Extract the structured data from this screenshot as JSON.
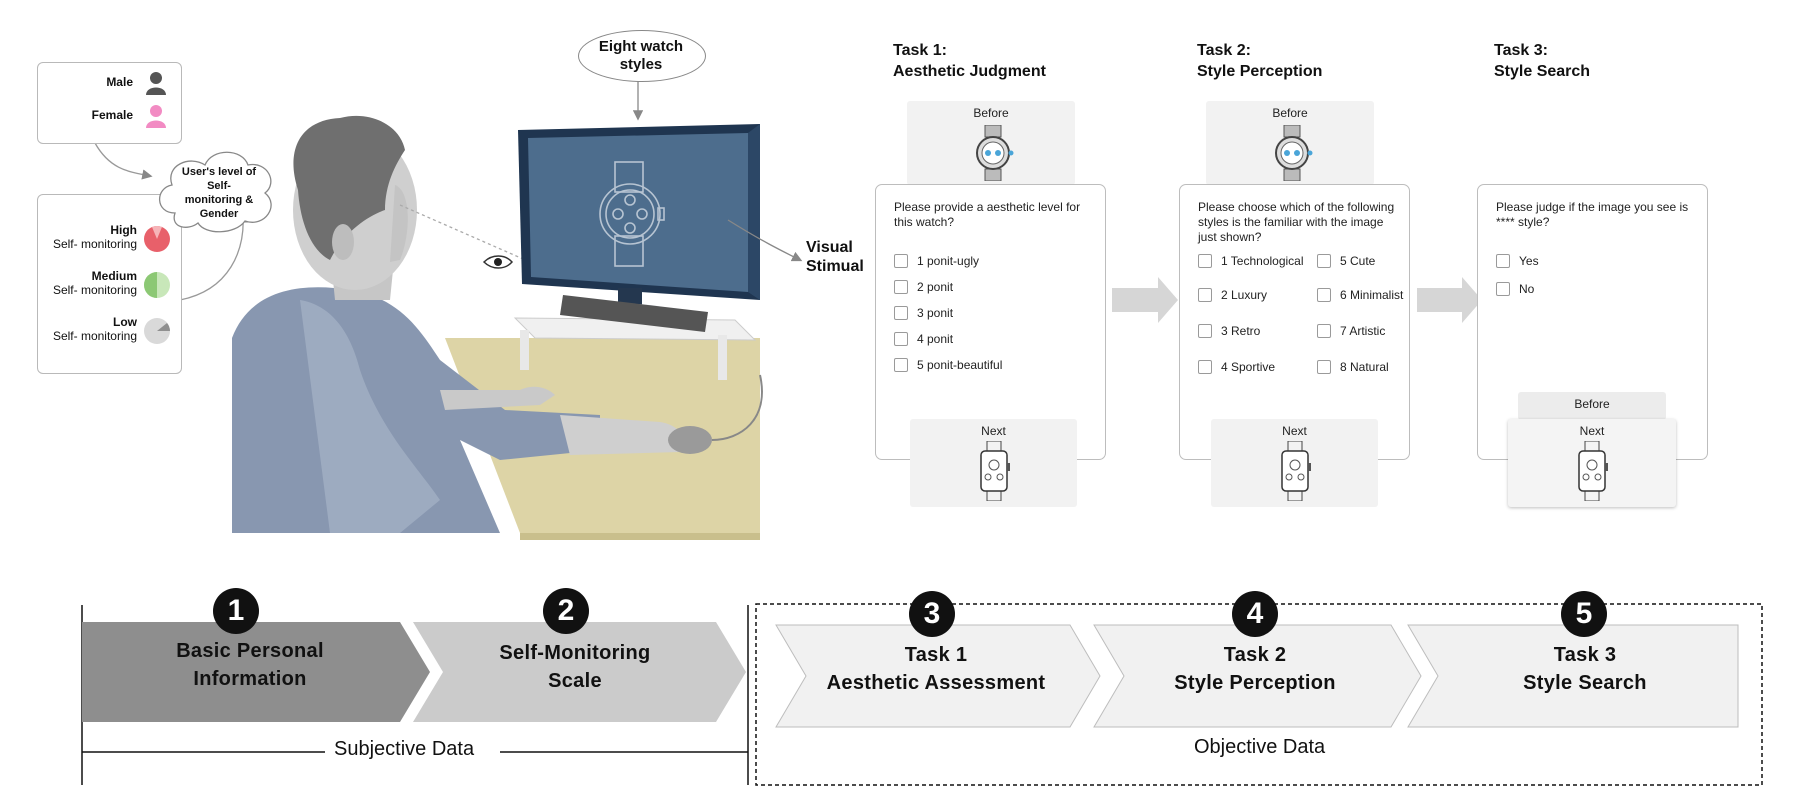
{
  "legend_gender": {
    "male": "Male",
    "female": "Female"
  },
  "cloud_text": "User's level of Self- monitoring & Gender",
  "self_monitoring": [
    {
      "level": "High",
      "label": "Self- monitoring",
      "color": "#e8606a"
    },
    {
      "level": "Medium",
      "label": "Self- monitoring",
      "color": "#9fd28a"
    },
    {
      "level": "Low",
      "label": "Self- monitoring",
      "color": "#cfcfcf"
    }
  ],
  "watch_bubble": "Eight watch styles",
  "visual_stimuli": "Visual Stimual",
  "tasks": [
    {
      "title_line1": "Task 1:",
      "title_line2": "Aesthetic Judgment",
      "before": "Before",
      "prompt": "Please provide a aesthetic level for this watch?",
      "options": [
        "1 ponit-ugly",
        "2 ponit",
        "3 ponit",
        "4 ponit",
        "5 ponit-beautiful"
      ],
      "next": "Next"
    },
    {
      "title_line1": "Task 2:",
      "title_line2": "Style Perception",
      "before": "Before",
      "prompt": "Please choose which of the following styles is the familiar with the image just shown?",
      "options": [
        "1 Technological",
        "2 Luxury",
        "3 Retro",
        "4 Sportive",
        "5 Cute",
        "6 Minimalist",
        "7 Artistic",
        "8 Natural"
      ],
      "next": "Next"
    },
    {
      "title_line1": "Task 3:",
      "title_line2": "Style Search",
      "before": "Before",
      "prompt": "Please judge if the image you see is ****  style?",
      "options": [
        "Yes",
        "No"
      ],
      "next": "Next"
    }
  ],
  "steps": [
    {
      "num": "1",
      "line1": "Basic Personal",
      "line2": "Information"
    },
    {
      "num": "2",
      "line1": "Self-Monitoring",
      "line2": "Scale"
    },
    {
      "num": "3",
      "line1": "Task 1",
      "line2": "Aesthetic Assessment"
    },
    {
      "num": "4",
      "line1": "Task 2",
      "line2": "Style Perception"
    },
    {
      "num": "5",
      "line1": "Task 3",
      "line2": "Style Search"
    }
  ],
  "subjective_label": "Subjective Data",
  "objective_label": "Objective Data"
}
